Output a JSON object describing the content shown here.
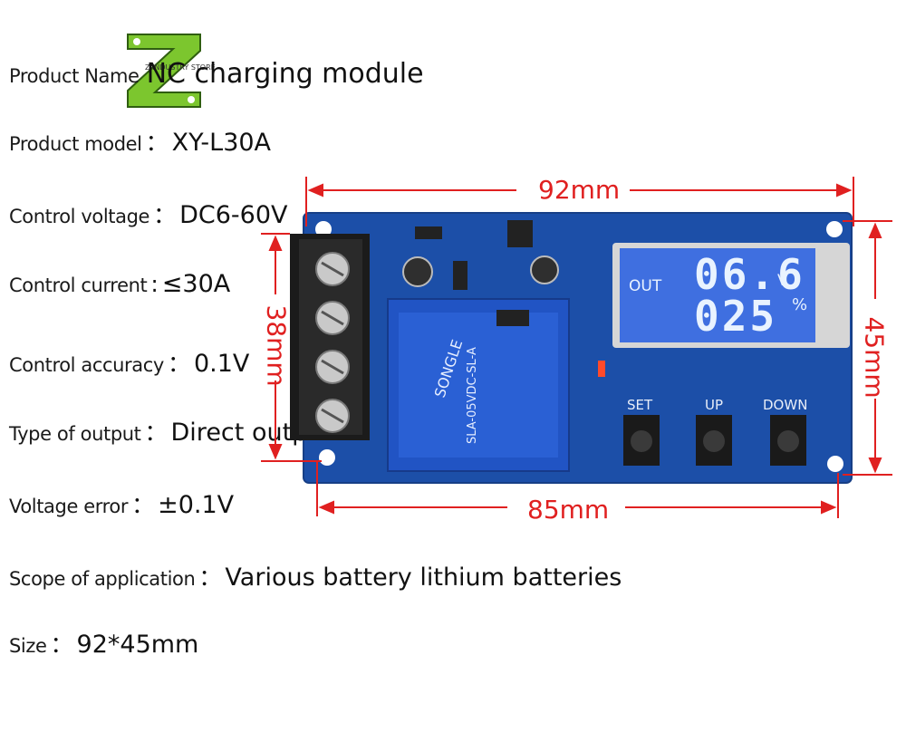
{
  "specs": [
    {
      "label": "Product Name",
      "sep": "",
      "value": "NC charging module"
    },
    {
      "label": "Product model",
      "sep": "：",
      "value": "XY-L30A"
    },
    {
      "label": "Control voltage",
      "sep": "：",
      "value": "DC6-60V"
    },
    {
      "label": "Control current",
      "sep": ":",
      "value": "≤30A"
    },
    {
      "label": "Control accuracy",
      "sep": "：",
      "value": "0.1V"
    },
    {
      "label": "Type of output",
      "sep": "：",
      "value": "Direct output"
    },
    {
      "label": "Voltage error",
      "sep": "：",
      "value": "±0.1V"
    },
    {
      "label": "Scope of application",
      "sep": "：",
      "value": "Various battery lithium batteries"
    },
    {
      "label": "Size",
      "sep": "：",
      "value": "92*45mm"
    }
  ],
  "logo": {
    "text": "Z INDUSTRY STORE",
    "color": "#7cc62e"
  },
  "dimensions": {
    "width_top": "92mm",
    "width_bottom": "85mm",
    "height_left": "38mm",
    "height_right": "45mm"
  },
  "display": {
    "out": "OUT",
    "voltage": "06.6",
    "unit_v": "V",
    "percent": "025",
    "unit_pct": "%"
  },
  "buttons": {
    "set": "SET",
    "up": "UP",
    "down": "DOWN"
  },
  "relay": {
    "brand": "SONGLE",
    "model": "SLA-05VDC-SL-A"
  },
  "colors": {
    "dimension": "#e02020",
    "pcb": "#1c4fa8",
    "lcd": "#3f6fe0"
  }
}
